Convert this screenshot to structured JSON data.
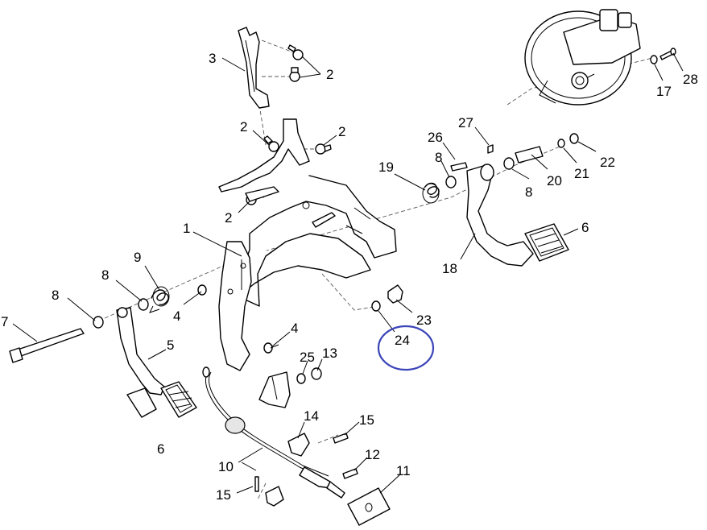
{
  "highlight_color": "#3b44b8",
  "callouts": [
    {
      "id": "c-3",
      "text": "3"
    },
    {
      "id": "c-2a",
      "text": "2"
    },
    {
      "id": "c-2b",
      "text": "2"
    },
    {
      "id": "c-2c",
      "text": "2"
    },
    {
      "id": "c-2d",
      "text": "2"
    },
    {
      "id": "c-26",
      "text": "26"
    },
    {
      "id": "c-27",
      "text": "27"
    },
    {
      "id": "c-19",
      "text": "19"
    },
    {
      "id": "c-8a",
      "text": "8"
    },
    {
      "id": "c-8b",
      "text": "8"
    },
    {
      "id": "c-8c",
      "text": "8"
    },
    {
      "id": "c-8d",
      "text": "8"
    },
    {
      "id": "c-20",
      "text": "20"
    },
    {
      "id": "c-21",
      "text": "21"
    },
    {
      "id": "c-22",
      "text": "22"
    },
    {
      "id": "c-17",
      "text": "17"
    },
    {
      "id": "c-28",
      "text": "28"
    },
    {
      "id": "c-1",
      "text": "1"
    },
    {
      "id": "c-6a",
      "text": "6"
    },
    {
      "id": "c-6b",
      "text": "6"
    },
    {
      "id": "c-18",
      "text": "18"
    },
    {
      "id": "c-9",
      "text": "9"
    },
    {
      "id": "c-4a",
      "text": "4"
    },
    {
      "id": "c-4b",
      "text": "4"
    },
    {
      "id": "c-7",
      "text": "7"
    },
    {
      "id": "c-5",
      "text": "5"
    },
    {
      "id": "c-23",
      "text": "23"
    },
    {
      "id": "c-24",
      "text": "24"
    },
    {
      "id": "c-25",
      "text": "25"
    },
    {
      "id": "c-13",
      "text": "13"
    },
    {
      "id": "c-14",
      "text": "14"
    },
    {
      "id": "c-15a",
      "text": "15"
    },
    {
      "id": "c-15b",
      "text": "15"
    },
    {
      "id": "c-12",
      "text": "12"
    },
    {
      "id": "c-11",
      "text": "11"
    },
    {
      "id": "c-10",
      "text": "10"
    }
  ]
}
